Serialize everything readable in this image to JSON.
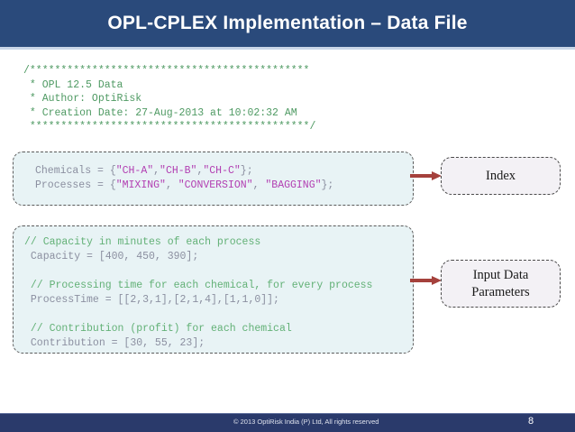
{
  "slide": {
    "title": "OPL-CPLEX Implementation – Data File",
    "title_bar_color": "#2a4a7b",
    "accent_underline_color": "#c9d6e8"
  },
  "header_comment": {
    "lines": [
      "/*********************************************",
      " * OPL 12.5 Data",
      " * Author: OptiRisk",
      " * Creation Date: 27-Aug-2013 at 10:02:32 AM",
      " *********************************************/"
    ],
    "color": "#4f9a63"
  },
  "code_block_1": {
    "box_fill": "#e8f3f5",
    "lines": [
      {
        "parts": [
          {
            "text": "Chemicals = {",
            "kind": "plain"
          },
          {
            "text": "\"CH-A\"",
            "kind": "string"
          },
          {
            "text": ",",
            "kind": "plain"
          },
          {
            "text": "\"CH-B\"",
            "kind": "string"
          },
          {
            "text": ",",
            "kind": "plain"
          },
          {
            "text": "\"CH-C\"",
            "kind": "string"
          },
          {
            "text": "};",
            "kind": "plain"
          }
        ]
      },
      {
        "parts": [
          {
            "text": "Processes = {",
            "kind": "plain"
          },
          {
            "text": "\"MIXING\"",
            "kind": "string"
          },
          {
            "text": ", ",
            "kind": "plain"
          },
          {
            "text": "\"CONVERSION\"",
            "kind": "string"
          },
          {
            "text": ", ",
            "kind": "plain"
          },
          {
            "text": "\"BAGGING\"",
            "kind": "string"
          },
          {
            "text": "};",
            "kind": "plain"
          }
        ]
      }
    ]
  },
  "code_block_2": {
    "box_fill": "#e8f3f5",
    "lines": [
      {
        "parts": [
          {
            "text": "// Capacity in minutes of each process",
            "kind": "comment"
          }
        ]
      },
      {
        "parts": [
          {
            "text": " Capacity = [400, 450, 390];",
            "kind": "plain"
          }
        ]
      },
      {
        "parts": [
          {
            "text": " ",
            "kind": "plain"
          }
        ]
      },
      {
        "parts": [
          {
            "text": " // Processing time for each chemical, for every process",
            "kind": "comment"
          }
        ]
      },
      {
        "parts": [
          {
            "text": " ProcessTime = [[2,3,1],[2,1,4],[1,1,0]];",
            "kind": "plain"
          }
        ]
      },
      {
        "parts": [
          {
            "text": " ",
            "kind": "plain"
          }
        ]
      },
      {
        "parts": [
          {
            "text": " // Contribution (profit) for each chemical",
            "kind": "comment"
          }
        ]
      },
      {
        "parts": [
          {
            "text": " Contribution = [30, 55, 23];",
            "kind": "plain"
          }
        ]
      }
    ]
  },
  "annotations": {
    "index_label": "Index",
    "input_label_line1": "Input Data",
    "input_label_line2": "Parameters",
    "arrow_color": "#a5413c",
    "box_fill": "#f3f1f5"
  },
  "footer": {
    "copyright": "© 2013 OptiRisk India (P) Ltd, All rights reserved",
    "page_number": "8",
    "bar_color": "#2a3a6b"
  }
}
